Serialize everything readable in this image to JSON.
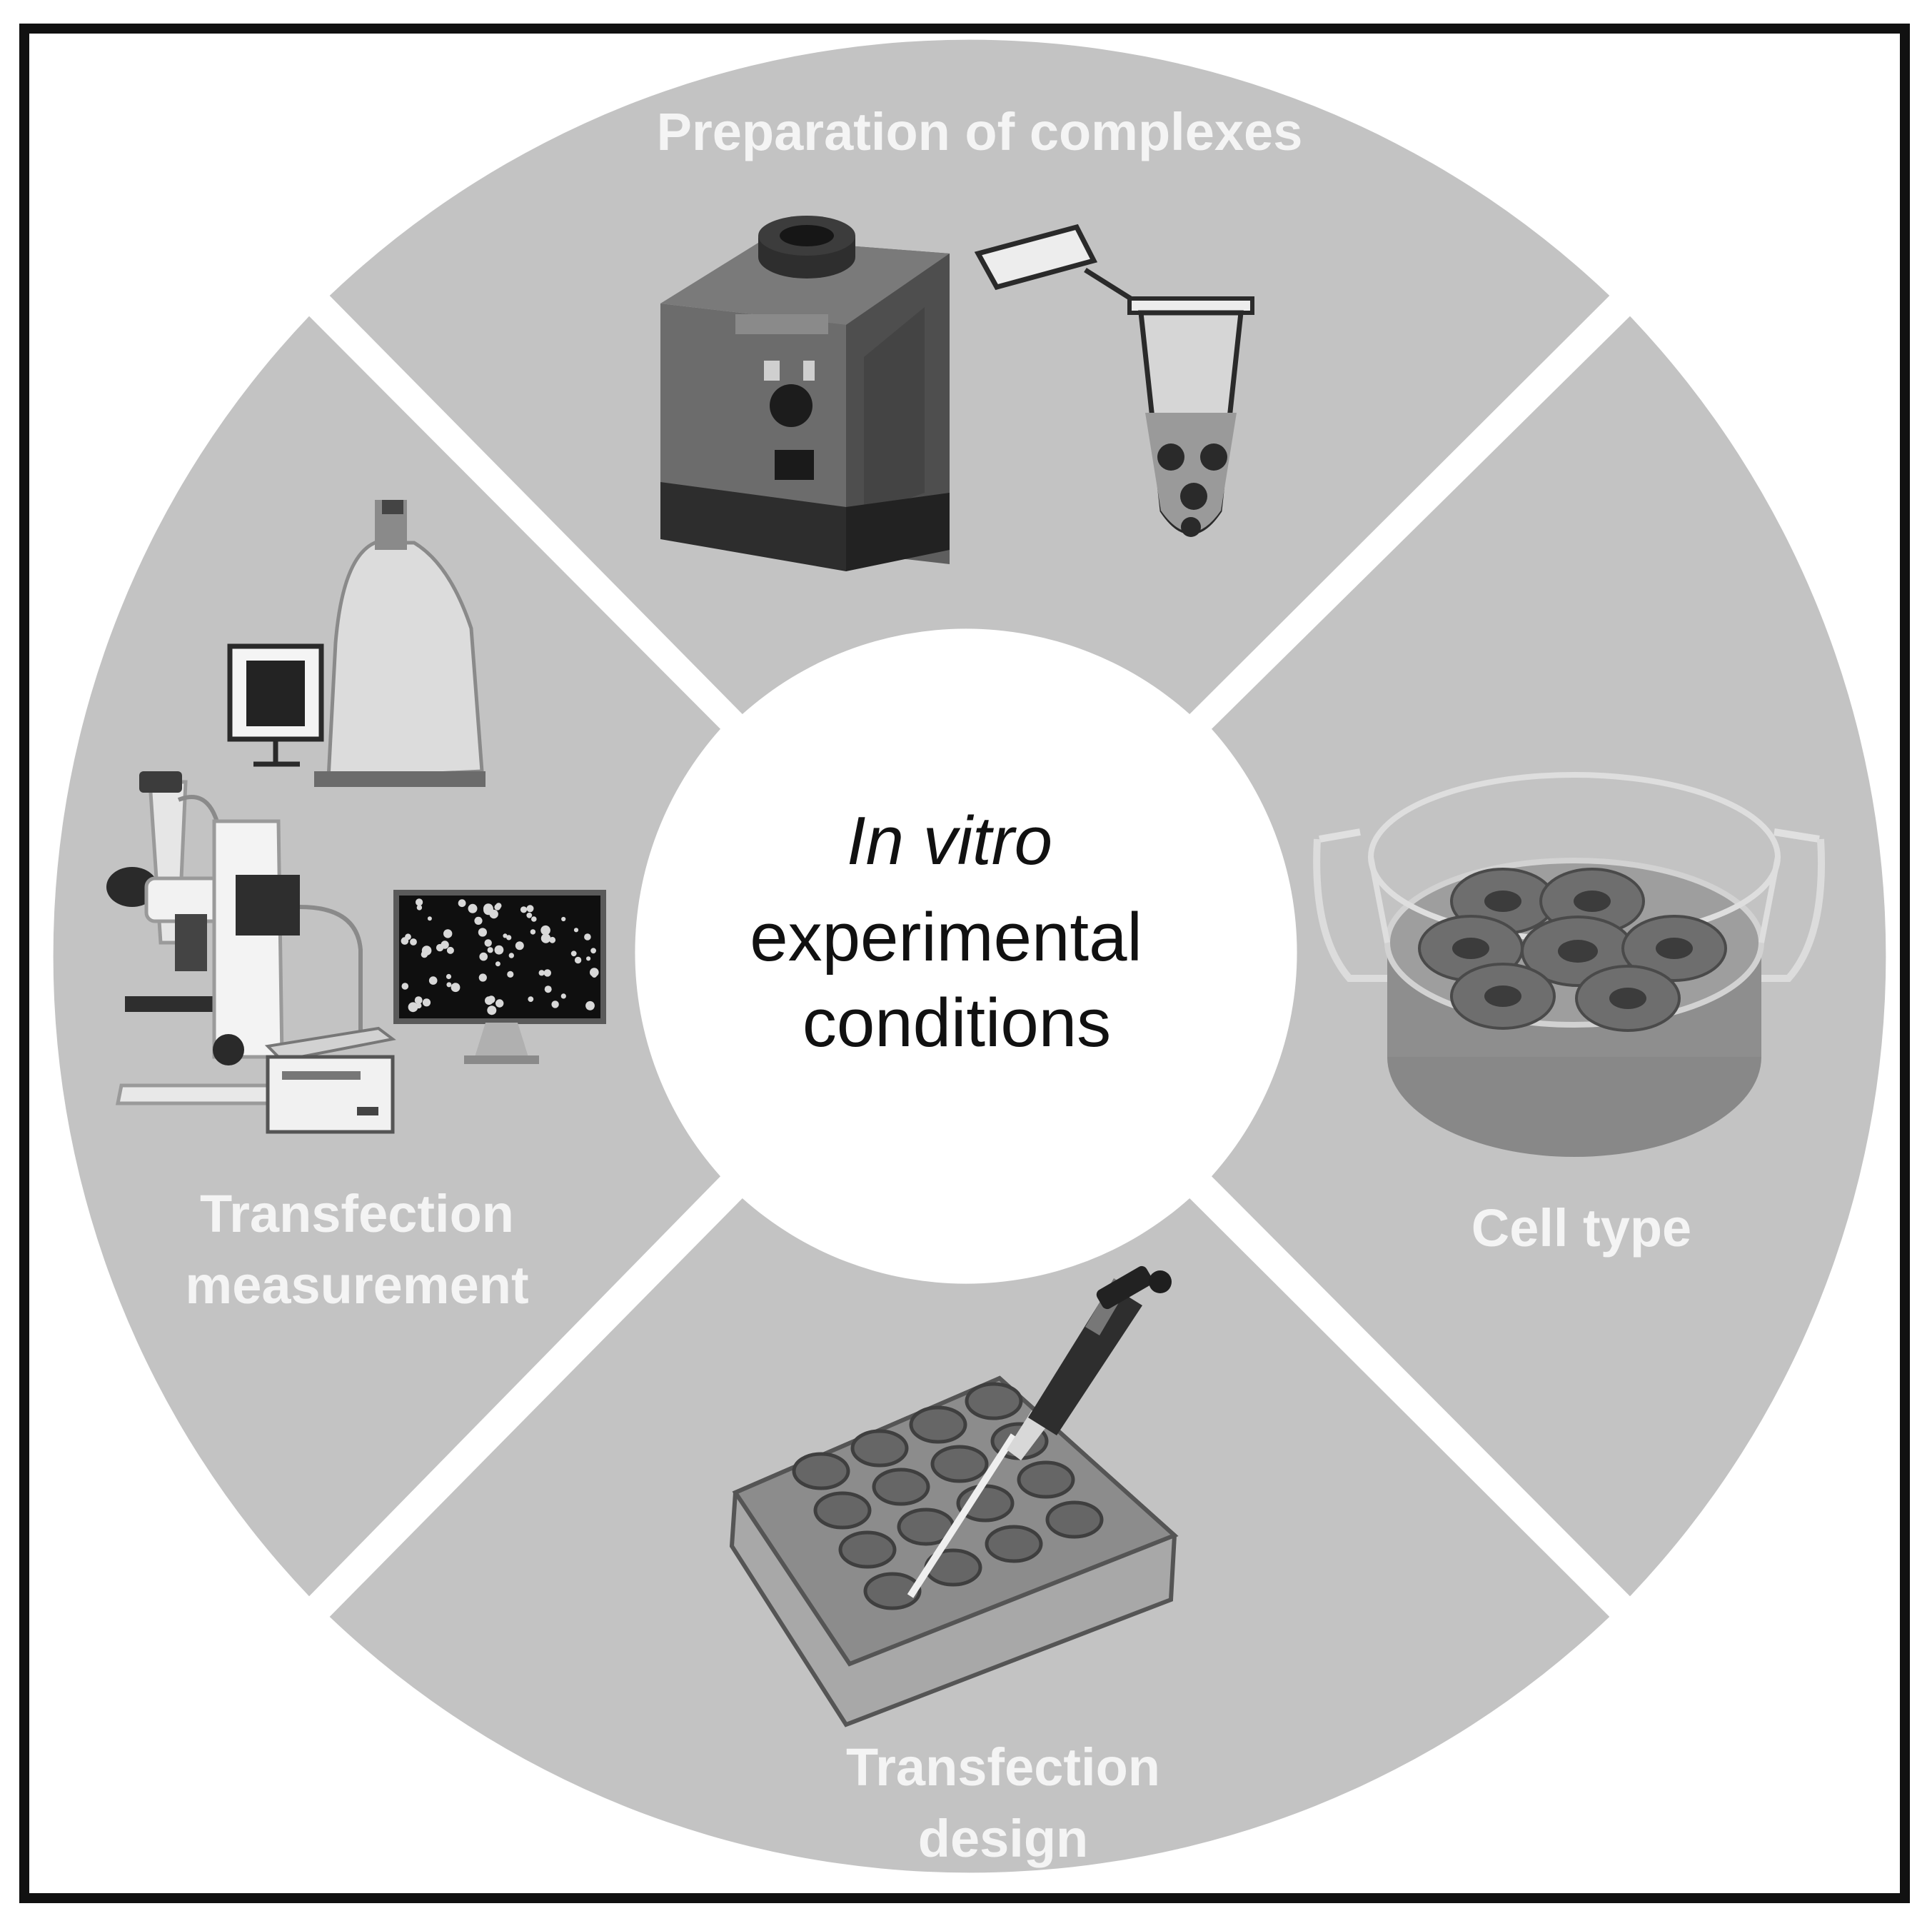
{
  "center": {
    "line1": "In vitro",
    "line2": "experimental",
    "line3": "conditions"
  },
  "segments": {
    "top": {
      "label": "Preparation of complexes"
    },
    "right": {
      "label": "Cell type"
    },
    "bottom": {
      "label_line1": "Transfection",
      "label_line2": "design"
    },
    "left": {
      "label_line1": "Transfection",
      "label_line2": "measurement"
    }
  },
  "colors": {
    "segment_fill": "#c3c3c3",
    "frame": "#111111",
    "label_text": "#f4f4f4",
    "center_fill": "#ffffff"
  }
}
